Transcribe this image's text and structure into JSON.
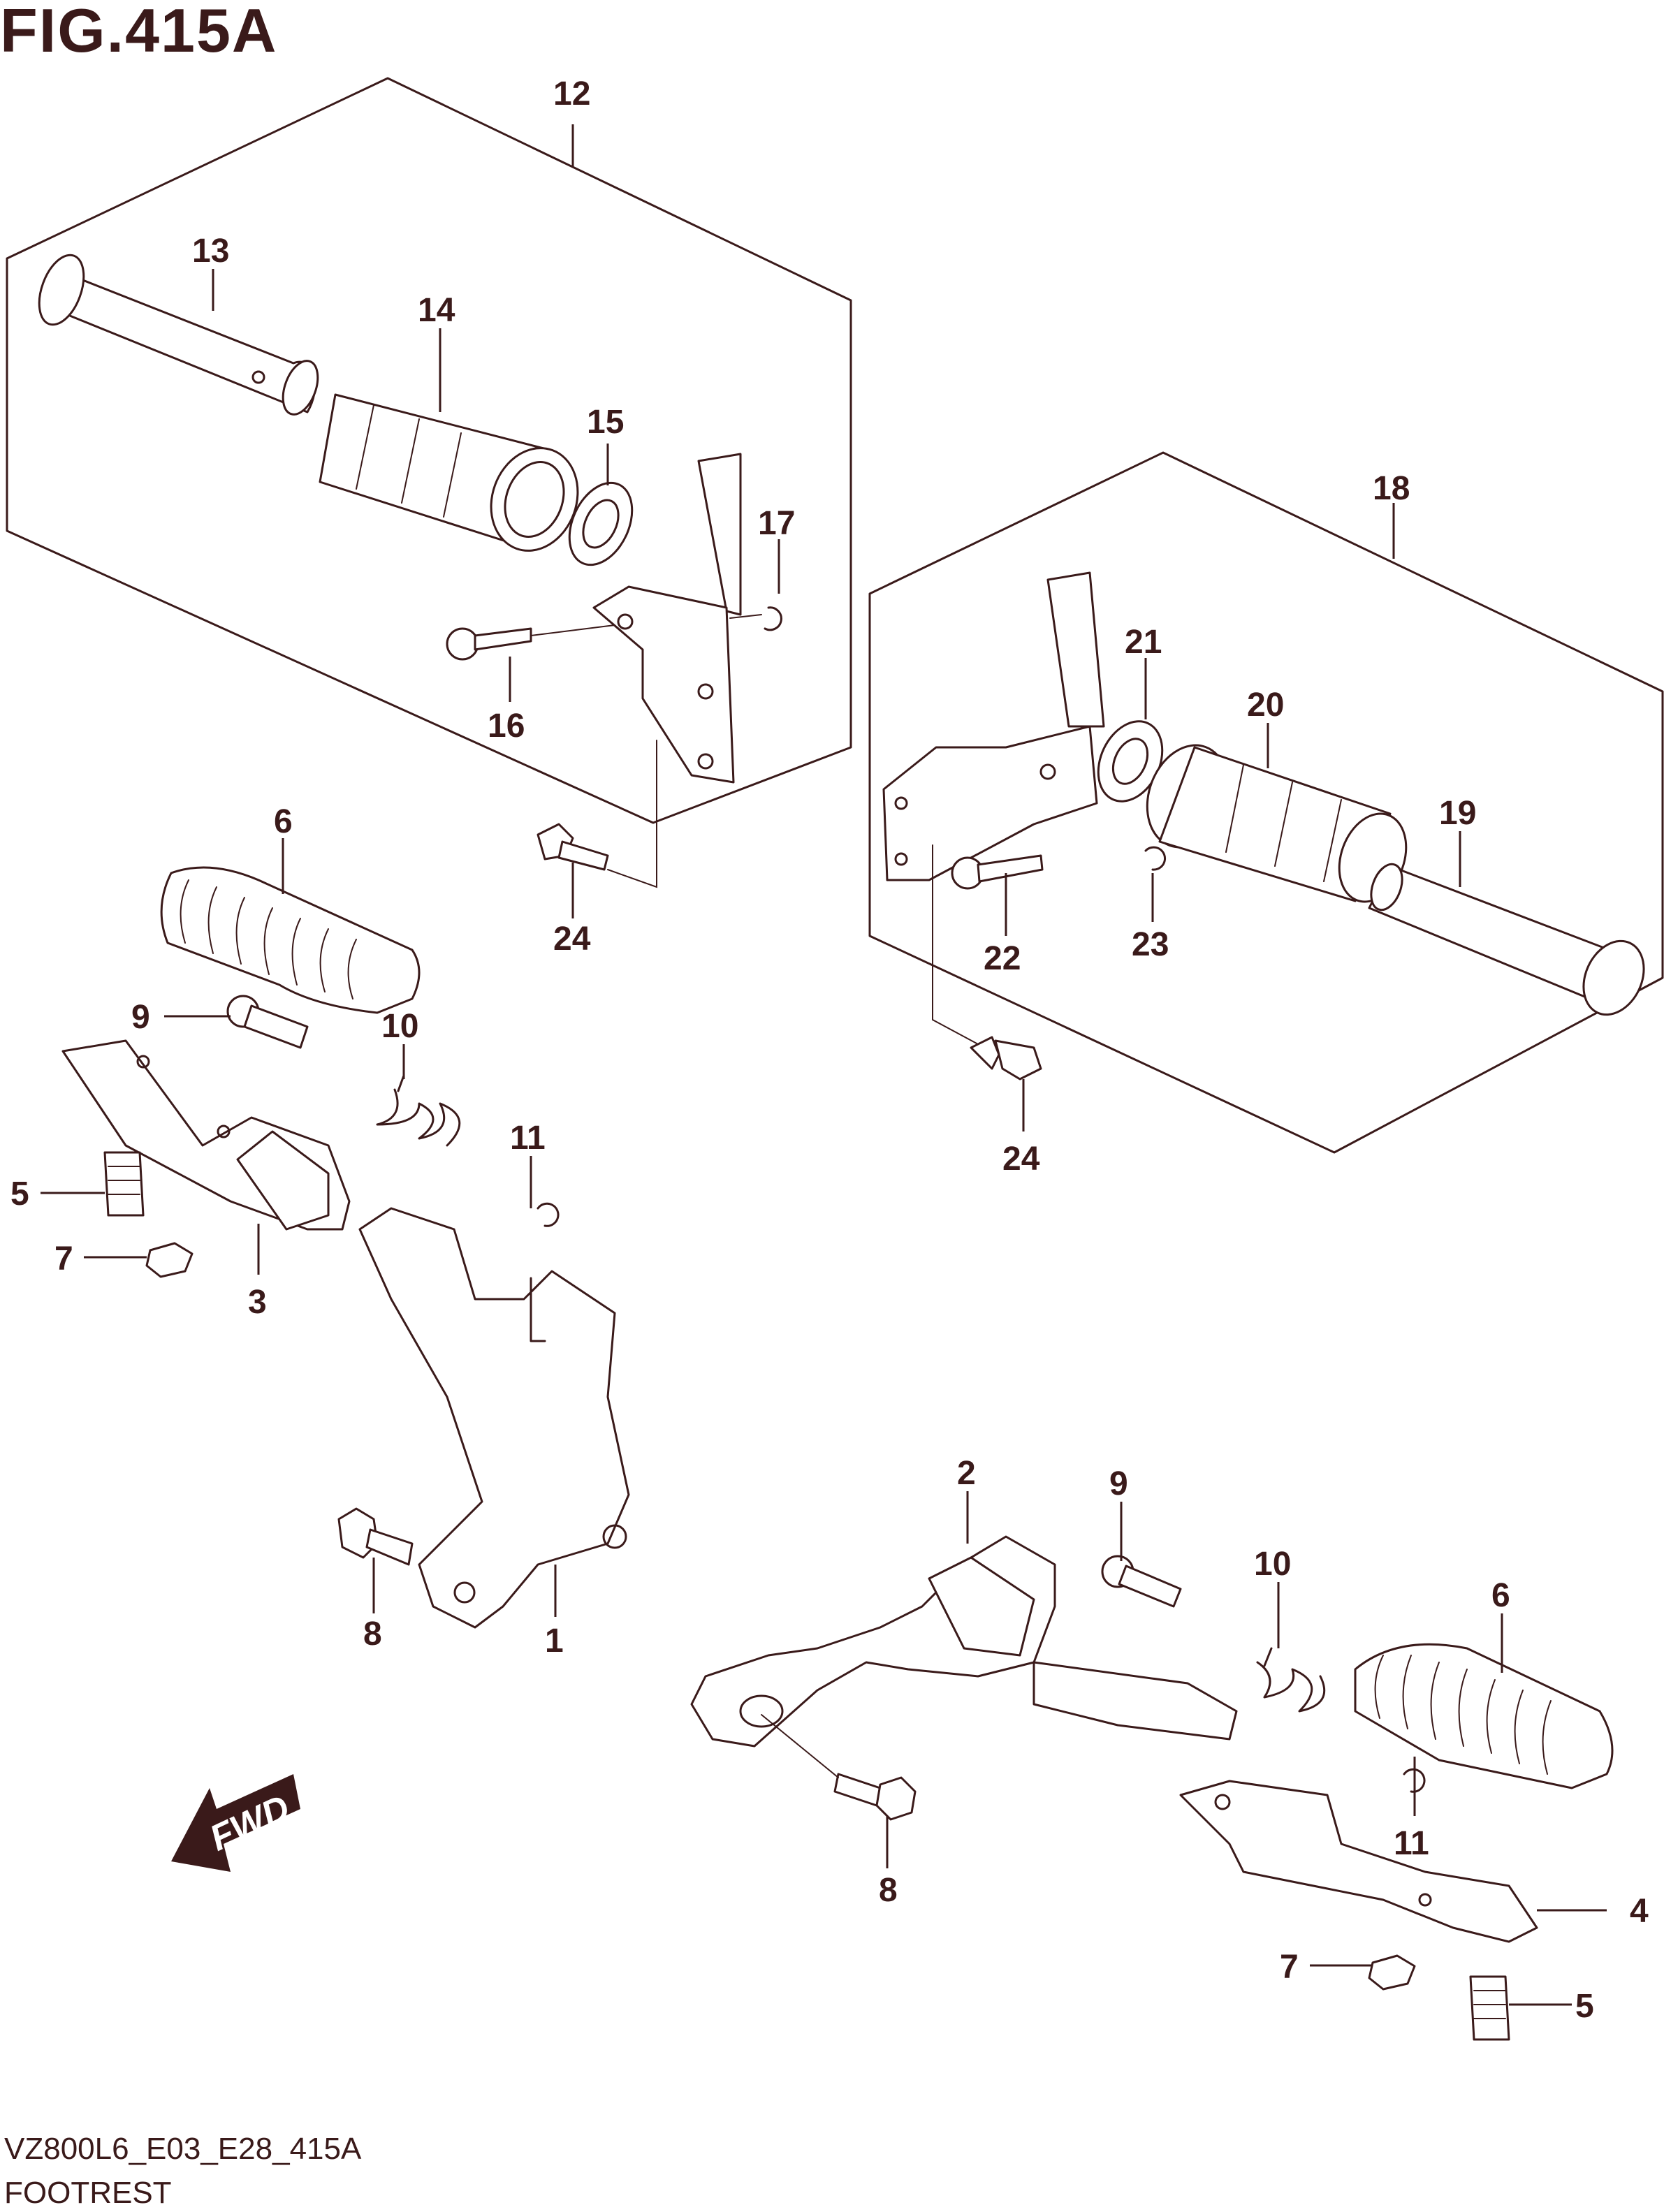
{
  "figure": {
    "title": "FIG.415A"
  },
  "drawing": {
    "code": "VZ800L6_E03_E28_415A",
    "name": "FOOTREST"
  },
  "fwd_marker": {
    "label": "FWD",
    "icon": "forward-arrow-icon"
  },
  "callouts": {
    "c1": "1",
    "c2": "2",
    "c3": "3",
    "c4": "4",
    "c5a": "5",
    "c5b": "5",
    "c6a": "6",
    "c6b": "6",
    "c7a": "7",
    "c7b": "7",
    "c8a": "8",
    "c8b": "8",
    "c9a": "9",
    "c9b": "9",
    "c10a": "10",
    "c10b": "10",
    "c11a": "11",
    "c11b": "11",
    "c12": "12",
    "c13": "13",
    "c14": "14",
    "c15": "15",
    "c16": "16",
    "c17": "17",
    "c18": "18",
    "c19": "19",
    "c20": "20",
    "c21": "21",
    "c22": "22",
    "c23": "23",
    "c24a": "24",
    "c24b": "24"
  },
  "colors": {
    "ink": "#3a1a1a",
    "background": "#ffffff"
  }
}
